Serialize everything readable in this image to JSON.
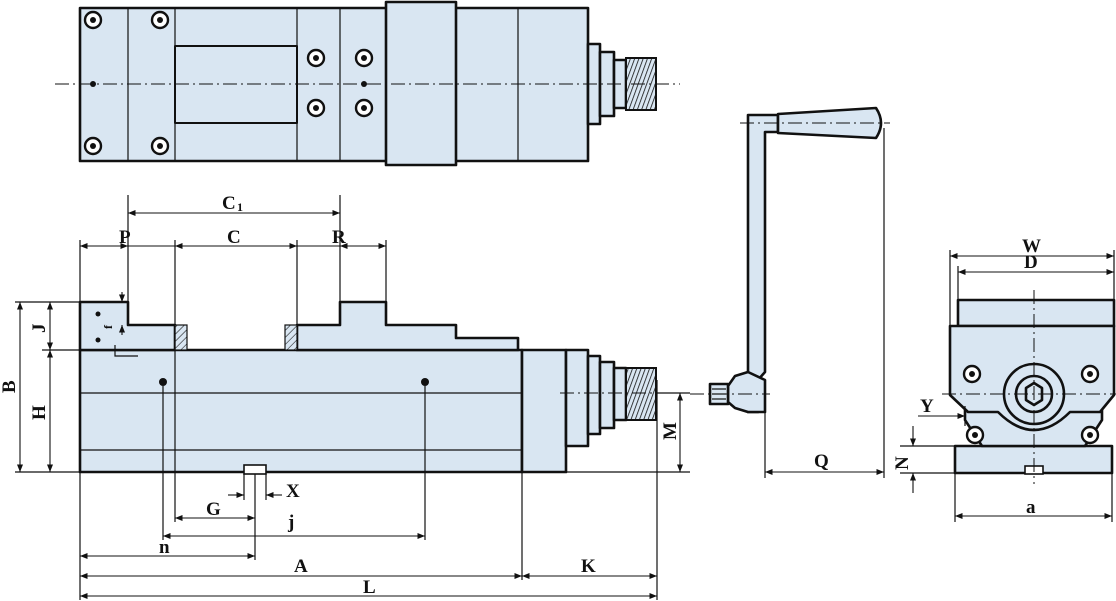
{
  "colors": {
    "part_fill": "#d9e6f2",
    "line": "#111111",
    "background": "#ffffff"
  },
  "labels": {
    "C1": "C",
    "C1_sub": "1",
    "P": "P",
    "C": "C",
    "R": "R",
    "B": "B",
    "H": "H",
    "J": "J",
    "f": "f",
    "M": "M",
    "X": "X",
    "G": "G",
    "j": "j",
    "n": "n",
    "A": "A",
    "L": "L",
    "K": "K",
    "Q": "Q",
    "W": "W",
    "D": "D",
    "Y": "Y",
    "N": "N",
    "a": "a"
  }
}
